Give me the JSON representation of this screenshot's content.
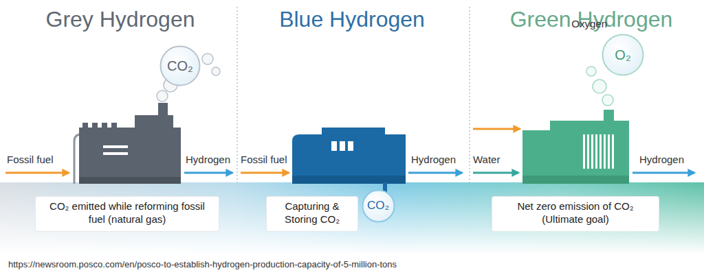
{
  "diagram": {
    "caption": "https://newsroom.posco.com/en/posco-to-establish-hydrogen-production-capacity-of-5-million-tons",
    "nodes": [
      {
        "text": [
          "CO₂"
        ]
      },
      {
        "text": [
          "CO₂ emitted while reforming fossil fuel (natural gas)"
        ]
      },
      {
        "text": [
          "Capturing & Storing CO₂"
        ]
      },
      {
        "text": [
          "CO₂"
        ]
      },
      {
        "text": [
          "Oxygen",
          "O₂"
        ]
      },
      {
        "text": [
          "Net zero emission of CO₂ (Ultimate goal)"
        ]
      }
    ],
    "labels": [
      "Grey Hydrogen",
      "Blue Hydrogen",
      "Green Hydrogen",
      "Fossil fuel",
      "Hydrogen",
      "Fossil fuel",
      "Hydrogen",
      "Water",
      "Hydrogen"
    ]
  }
}
